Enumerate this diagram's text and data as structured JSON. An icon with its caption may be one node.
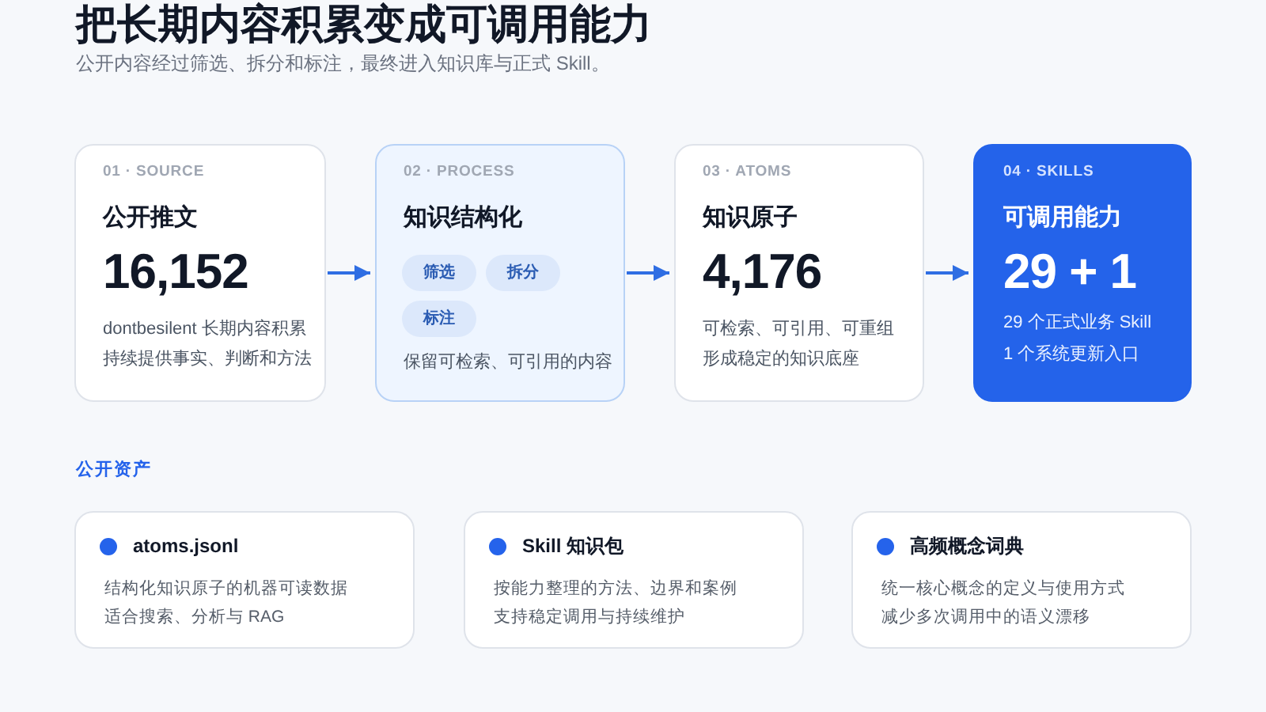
{
  "diagram": {
    "title": "把长期内容积累变成可调用能力",
    "nodes": [
      {
        "text": [
          "01 · SOURCE",
          "公开推文",
          "16,152",
          "dontbesilent 长期内容积累",
          "持续提供事实、判断和方法"
        ]
      },
      {
        "text": [
          "02 · PROCESS",
          "知识结构化",
          "保留可检索、可引用的内容"
        ]
      },
      {
        "text": [
          "筛选"
        ],
        "in": 1
      },
      {
        "text": [
          "拆分"
        ],
        "in": 1
      },
      {
        "text": [
          "标注"
        ],
        "in": 1
      },
      {
        "text": [
          "03 · ATOMS",
          "知识原子",
          "4,176",
          "可检索、可引用、可重组",
          "形成稳定的知识底座"
        ]
      },
      {
        "text": [
          "04 · SKILLS",
          "可调用能力",
          "29 + 1",
          "29 个正式业务 Skill",
          "1 个系统更新入口"
        ]
      },
      {
        "text": [
          "atoms.jsonl",
          "结构化知识原子的机器可读数据",
          "适合搜索、分析与 RAG"
        ]
      },
      {
        "text": [
          "Skill 知识包",
          "按能力整理的方法、边界和案例",
          "支持稳定调用与持续维护"
        ]
      },
      {
        "text": [
          "高频概念词典",
          "统一核心概念的定义与使用方式",
          "减少多次调用中的语义漂移"
        ]
      }
    ],
    "edges": [
      {
        "from": 0,
        "to": 1,
        "arrow": "to"
      },
      {
        "from": 1,
        "to": 5,
        "arrow": "to"
      },
      {
        "from": 5,
        "to": 6,
        "arrow": "to"
      }
    ],
    "labels": [
      "公开内容经过筛选、拆分和标注，最终进入知识库与正式 Skill。",
      "公开资产"
    ]
  }
}
